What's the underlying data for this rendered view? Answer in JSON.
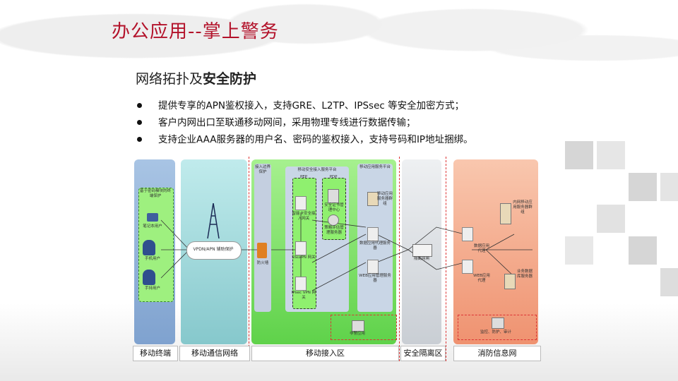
{
  "header": {
    "title": "办公应用--掌上警务"
  },
  "section": {
    "title_prefix": "网络拓扑及",
    "title_bold": "安全防护"
  },
  "bullets": [
    "提供专享的APN鉴权接入，支持GRE、L2TP、IPSsec 等安全加密方式；",
    "客户内网出口至联通移动网间，采用物理专线进行数据传输；",
    "支持企业AAA服务器的用户名、密码的鉴权接入，支持号码和IP地址捆绑。"
  ],
  "diagram": {
    "zones": [
      {
        "label": "移动终端",
        "color": "#8fb0d8"
      },
      {
        "label": "移动通信网络",
        "color": "#9fd5d8"
      },
      {
        "label": "移动接入区",
        "color": "#7ee06a"
      },
      {
        "label": "安全隔离区",
        "color": "#d7dbe0"
      },
      {
        "label": "消防信息网",
        "color": "#f2a888"
      }
    ],
    "labels": {
      "terminal_protect": "基于密码模块的终端保护",
      "laptop": "笔记本用户",
      "phone": "手机用户",
      "pda": "手持用户",
      "cloud": "VPDN/APN 辅助保护",
      "access_protect": "接入边界保护",
      "firewall": "防火墙",
      "platform": "移动安全接入服务平台",
      "pep": "PEP",
      "pdp": "PDP",
      "gateway": "智能卡安全接入网关",
      "cert": "安全证书管理中心",
      "policy": "策略评估管理服务器",
      "sslvpn": "SSLVPN 网关",
      "ipsec": "IPsec VPN 网关",
      "app_platform": "移动应用服务平台",
      "app_server": "移动应用服务器群组",
      "data_proxy": "数据应用代理服务器",
      "web_proxy": "WEB应用管理服务器",
      "isolation": "隔离网闸",
      "data_app_proxy": "数据应用代理",
      "web_app_proxy": "WEB应用代理",
      "intranet_servers": "内网移动应用服务器群组",
      "biz_db": "业务数据库服务器",
      "mgmt": "非警应用",
      "audit": "监控、防护、审计"
    }
  }
}
